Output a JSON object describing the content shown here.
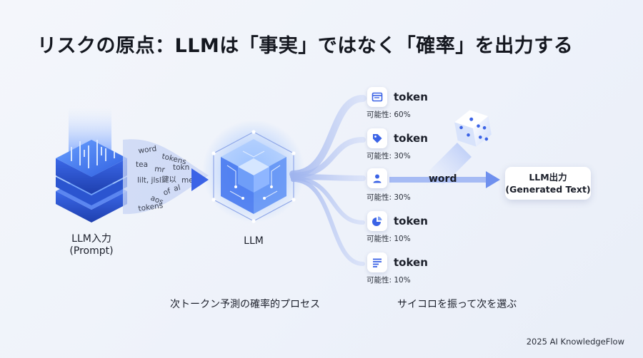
{
  "title": "リスクの原点：LLMは「事実」ではなく「確率」を出力する",
  "input": {
    "line1": "LLM入力",
    "line2": "(Prompt)"
  },
  "stream_words": [
    "word",
    "tokens",
    "tea",
    "mr",
    "tokn",
    "",
    "lilt, jlsl",
    "鍵以",
    "meet",
    "aos",
    "of",
    "al",
    "tokens"
  ],
  "model_label": "LLM",
  "tokens": [
    {
      "label": "token",
      "prob": "可能性: 60%",
      "icon": "window-icon"
    },
    {
      "label": "token",
      "prob": "可能性: 30%",
      "icon": "tag-icon"
    },
    {
      "label": "",
      "prob": "可能性: 30%",
      "icon": "user-icon"
    },
    {
      "label": "token",
      "prob": "可能性: 10%",
      "icon": "pie-chart-icon"
    },
    {
      "label": "token",
      "prob": "可能性: 10%",
      "icon": "document-icon"
    }
  ],
  "selected_word": "word",
  "output": {
    "line1": "LLM出力",
    "line2": "(Generated Text)"
  },
  "caption_left": "次トークン予測の確率的プロセス",
  "caption_right": "サイコロを振って次を選ぶ",
  "footer": "2025 AI KnowledgeFlow",
  "colors": {
    "accent": "#3b63e6",
    "flow": "#b7c6f2",
    "arrow": "#6f90ee"
  }
}
